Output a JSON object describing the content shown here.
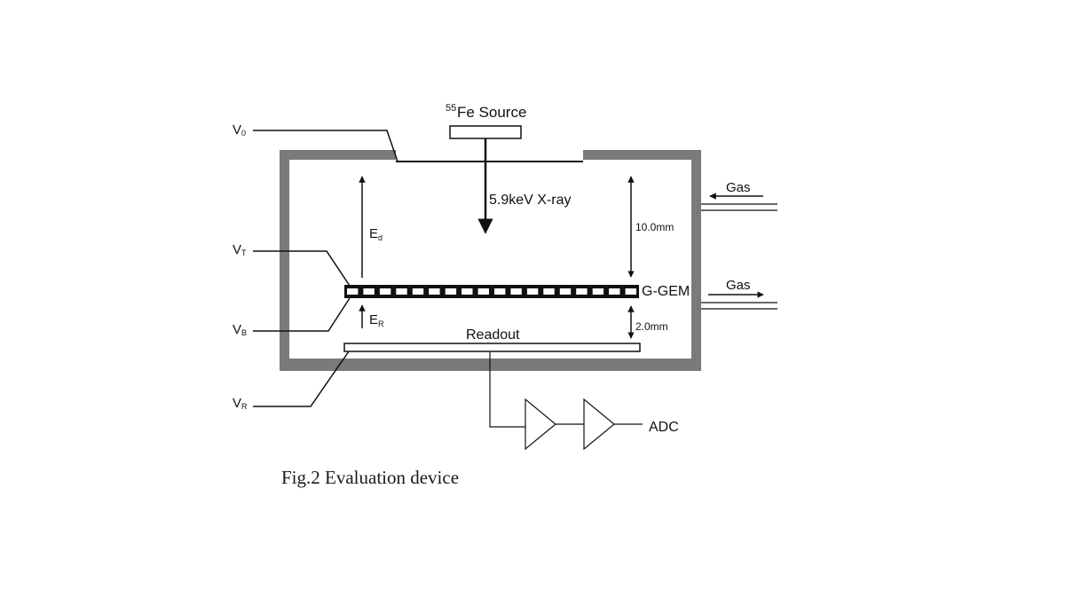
{
  "caption": "Fig.2 Evaluation device",
  "source": {
    "superscript": "55",
    "label": "Fe Source"
  },
  "xray_label": "5.9keV X-ray",
  "gem_label": "G-GEM",
  "readout_label": "Readout",
  "adc_label": "ADC",
  "gas_in_label": "Gas",
  "gas_out_label": "Gas",
  "drift_gap_label": "10.0mm",
  "induction_gap_label": "2.0mm",
  "field_drift": {
    "main": "E",
    "sub": "d"
  },
  "field_induction": {
    "main": "E",
    "sub": "R"
  },
  "voltages": [
    {
      "main": "V",
      "sub": "0"
    },
    {
      "main": "V",
      "sub": "T"
    },
    {
      "main": "V",
      "sub": "B"
    },
    {
      "main": "V",
      "sub": "R"
    }
  ],
  "gem_hole_count": 18,
  "colors": {
    "chamber_wall": "#7a7a7a",
    "line": "#111111"
  }
}
